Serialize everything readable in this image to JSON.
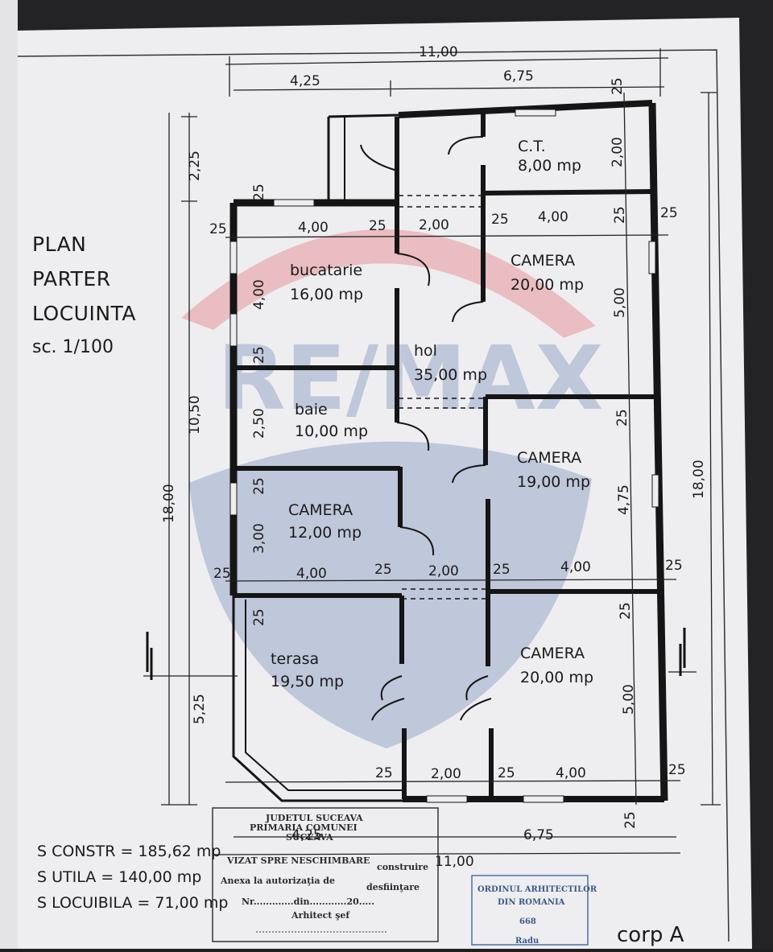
{
  "title": {
    "line1": "PLAN",
    "line2": "PARTER",
    "line3": "LOCUINTA",
    "scale": "sc. 1/100"
  },
  "rooms": {
    "ct": {
      "name": "C.T.",
      "area": "8,00 mp"
    },
    "kitchen": {
      "name": "bucatarie",
      "area": "16,00 mp"
    },
    "camera1": {
      "name": "CAMERA",
      "area": "20,00 mp"
    },
    "hol": {
      "name": "hol",
      "area": "35,00 mp"
    },
    "bath": {
      "name": "baie",
      "area": "10,00 mp"
    },
    "camera2": {
      "name": "CAMERA",
      "area": "19,00 mp"
    },
    "camera3": {
      "name": "CAMERA",
      "area": "12,00 mp"
    },
    "terrace": {
      "name": "terasa",
      "area": "19,50 mp"
    },
    "camera4": {
      "name": "CAMERA",
      "area": "20,00 mp"
    }
  },
  "dims": {
    "top_total": "11,00",
    "top_left": "4,25",
    "top_right": "6,75",
    "r1": [
      "25",
      "4,00",
      "25",
      "2,00",
      "25",
      "4,00",
      "25"
    ],
    "r2": [
      "25",
      "4,00",
      "25",
      "2,00",
      "25",
      "4,00",
      "25"
    ],
    "r3": [
      "25",
      "2,00",
      "25",
      "4,00",
      "25"
    ],
    "bottom_left": "4,25",
    "bottom_right": "6,75",
    "bottom_total": "11,00",
    "v": {
      "left_top": "2,25",
      "left_mid": "10,50",
      "left_total": "18,00",
      "left_bottom": "5,25",
      "in25a": "25",
      "in400": "4,00",
      "in25b": "25",
      "in250": "2,50",
      "in25c": "25",
      "in300": "3,00",
      "in25d": "25",
      "r25a": "25",
      "r200": "2,00",
      "r25b": "25",
      "r500": "5,00",
      "r25c": "25",
      "r475": "4,75",
      "r25d": "25",
      "r500b": "5,00",
      "r25e": "25",
      "right_total": "18,00"
    }
  },
  "summary": {
    "constr": "S CONSTR = 185,62 mp",
    "utila": "S UTILA = 140,00 mp",
    "locuibila": "S LOCUIBILA = 71,00 mp"
  },
  "stamp": {
    "line1": "JUDETUL SUCEAVA",
    "line2": "PRIMARIA COMUNEI",
    "line3": "SUCEAVA",
    "line4": "VIZAT SPRE NESCHIMBARE",
    "line5": "construire",
    "line6": "Anexa la autorizaţia de",
    "line7": "desfiinţare",
    "line8": "Nr.............din............20.....",
    "line9": "Arhitect şef"
  },
  "arch_stamp": {
    "line1": "ORDINUL ARHITECTILOR",
    "line2": "DIN ROMANIA",
    "line3": "668",
    "line4": "Radu"
  },
  "corp": "corp A"
}
